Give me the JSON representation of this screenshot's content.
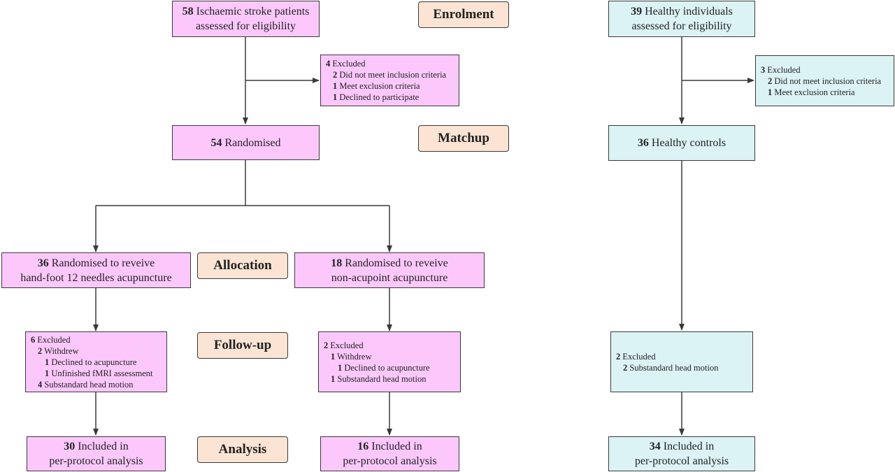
{
  "stages": {
    "enrolment": "Enrolment",
    "matchup": "Matchup",
    "allocation": "Allocation",
    "followup": "Follow-up",
    "analysis": "Analysis"
  },
  "patients": {
    "assessed": {
      "n": "58",
      "line1": "Ischaemic stroke patients",
      "line2": "assessed for eligibility"
    },
    "excluded": {
      "n": "4",
      "label": "Excluded",
      "items": [
        {
          "n": "2",
          "text": "Did not meet inclusion criteria"
        },
        {
          "n": "1",
          "text": "Meet exclusion criteria"
        },
        {
          "n": "1",
          "text": "Declined to participate"
        }
      ]
    },
    "randomised": {
      "n": "54",
      "label": "Randomised"
    }
  },
  "acupuncture": {
    "allocation": {
      "n": "36",
      "line1": "Randomised to reveive",
      "line2": "hand-foot 12 needles acupuncture"
    },
    "excluded": {
      "n": "6",
      "label": "Excluded",
      "withdrew": {
        "n": "2",
        "text": "Withdrew"
      },
      "declined": {
        "n": "1",
        "text": "Declined to acupuncture"
      },
      "unfinished": {
        "n": "1",
        "text": "Unfinished fMRI assessment"
      },
      "motion": {
        "n": "4",
        "text": "Substandard head motion"
      }
    },
    "analysis": {
      "n": "30",
      "line1": "Included in",
      "line2": "per-protocol analysis"
    }
  },
  "nonacupoint": {
    "allocation": {
      "n": "18",
      "line1": "Randomised to reveive",
      "line2": "non-acupoint acupuncture"
    },
    "excluded": {
      "n": "2",
      "label": "Excluded",
      "withdrew": {
        "n": "1",
        "text": "Withdrew"
      },
      "declined": {
        "n": "1",
        "text": "Declined to acupuncture"
      },
      "motion": {
        "n": "1",
        "text": "Substandard head motion"
      }
    },
    "analysis": {
      "n": "16",
      "line1": "Included in",
      "line2": "per-protocol analysis"
    }
  },
  "healthy": {
    "assessed": {
      "n": "39",
      "line1": "Healthy individuals",
      "line2": "assessed for eligibility"
    },
    "excluded": {
      "n": "3",
      "label": "Excluded",
      "items": [
        {
          "n": "2",
          "text": "Did not meet inclusion criteria"
        },
        {
          "n": "1",
          "text": "Meet exclusion criteria"
        }
      ]
    },
    "controls": {
      "n": "36",
      "label": "Healthy controls"
    },
    "followup_excluded": {
      "n": "2",
      "label": "Excluded",
      "motion": {
        "n": "2",
        "text": "Substandard head motion"
      }
    },
    "analysis": {
      "n": "34",
      "line1": "Included in",
      "line2": "per-protocol analysis"
    }
  },
  "colors": {
    "patient_box": "#fcc8fc",
    "healthy_box": "#dcf3f5",
    "stage_box": "#fbe4d4",
    "line": "#3a3a3a"
  }
}
